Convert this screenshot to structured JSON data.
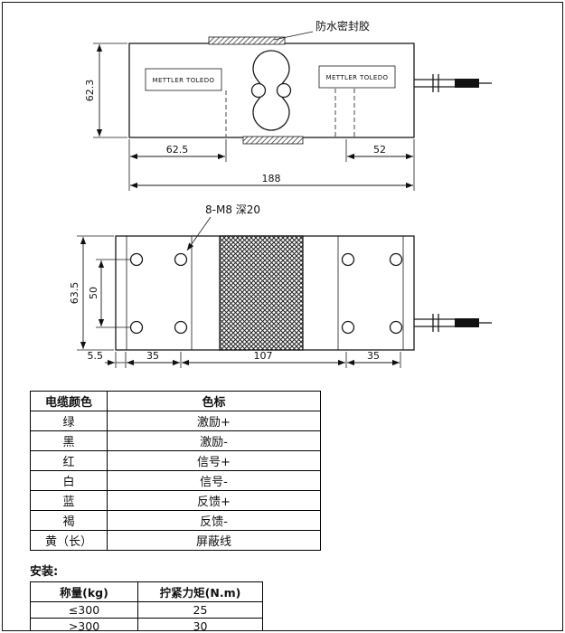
{
  "side_view": {
    "sealant_label": "防水密封胶",
    "brand_left": "METTLER TOLEDO",
    "brand_right": "METTLER TOLEDO",
    "dims": {
      "height": "62.3",
      "left_span": "62.5",
      "right_span": "52",
      "total_length": "188"
    }
  },
  "top_view": {
    "holes_label": "8-M8 深20",
    "dims": {
      "height": "63.5",
      "hole_row_spacing": "50",
      "edge_offset": "5.5",
      "left_hole_spacing": "35",
      "center_span": "107",
      "right_hole_spacing": "35"
    }
  },
  "cable_table": {
    "headers": [
      "电缆颜色",
      "色标"
    ],
    "rows": [
      {
        "color": "绿",
        "signal": "激励+"
      },
      {
        "color": "黑",
        "signal": "激励-"
      },
      {
        "color": "红",
        "signal": "信号+"
      },
      {
        "color": "白",
        "signal": "信号-"
      },
      {
        "color": "蓝",
        "signal": "反馈+"
      },
      {
        "color": "褐",
        "signal": "反馈-"
      },
      {
        "color": "黄（长）",
        "signal": "屏蔽线"
      }
    ]
  },
  "install": {
    "title": "安装:",
    "headers": [
      "称量(kg)",
      "拧紧力矩(N.m)"
    ],
    "rows": [
      {
        "capacity": "≤300",
        "torque": "25"
      },
      {
        "capacity": ">300",
        "torque": "30"
      }
    ]
  }
}
